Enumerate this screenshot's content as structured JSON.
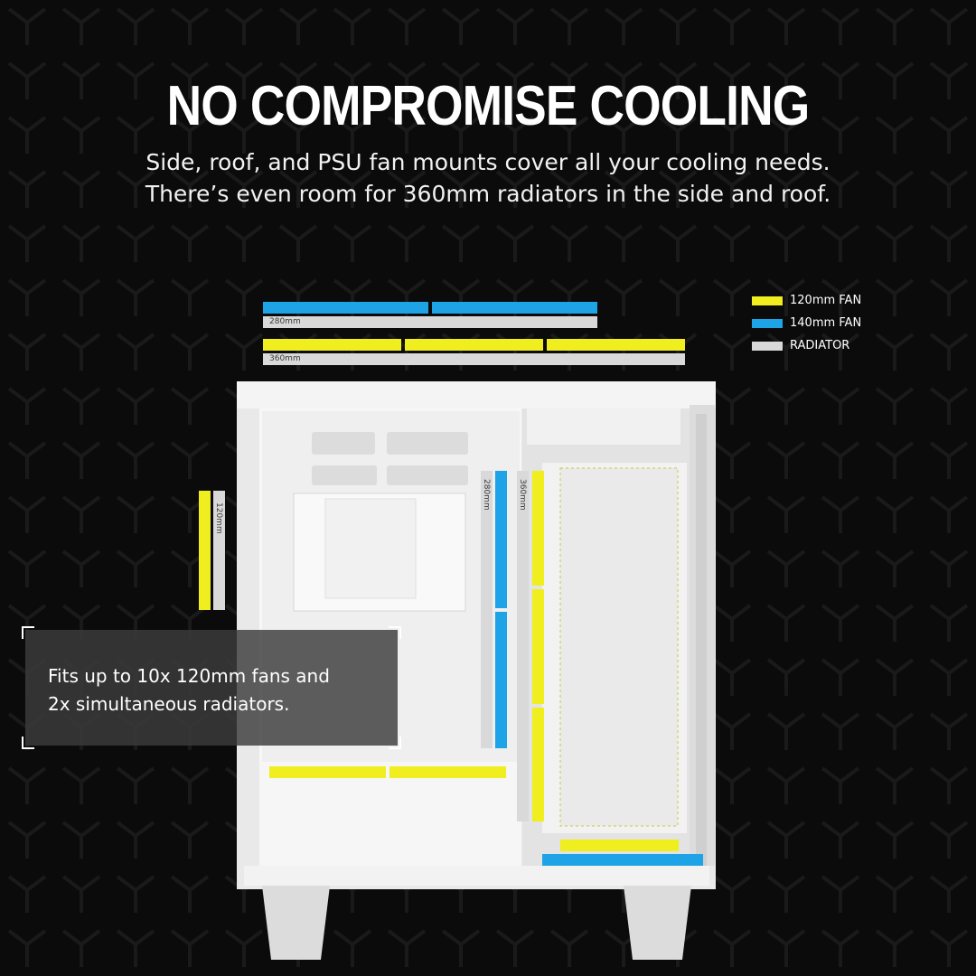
{
  "headline": "NO COMPROMISE COOLING",
  "subline1": "Side, roof, and PSU fan mounts cover all your cooling needs.",
  "subline2": "There’s even room for 360mm radiators in the side and roof.",
  "labels": {
    "top_280": "280mm",
    "top_360": "360mm",
    "left_120": "120mm",
    "side_280": "280mm",
    "side_360": "360mm"
  },
  "legend": [
    {
      "label": "120mm FAN",
      "color": "#f0ee1e"
    },
    {
      "label": "140mm FAN",
      "color": "#1ea3e6"
    },
    {
      "label": "RADIATOR",
      "color": "#d9d9d9"
    }
  ],
  "callout": {
    "line1": "Fits up to 10x 120mm fans and",
    "line2": "2x simultaneous radiators."
  }
}
